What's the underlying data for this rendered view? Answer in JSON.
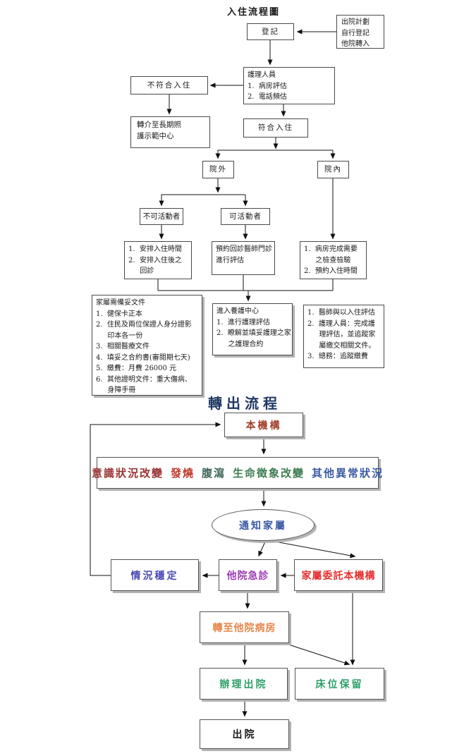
{
  "colors": {
    "line": "#111111",
    "box_border": "#4a4a4a",
    "shadow": "#b3b3b3",
    "title2_navy": "#1f3864",
    "institution_brown": "#a0402a",
    "notify_blue": "#3a5aa4",
    "stable_blue": "#4747b5",
    "er_purple": "#9b3bb5",
    "entrust_red": "#e33230",
    "transfer_orange": "#e8854a",
    "discharge_green": "#2f9e68"
  },
  "flow1": {
    "title": "入住流程圖",
    "register": "登記",
    "source": {
      "lines": [
        "出院計劃",
        "自行登記",
        "他院轉入"
      ]
    },
    "nurse": {
      "lines": [
        "護理人員",
        "1.  病房評估",
        "2.  電話頻估"
      ]
    },
    "not_qualified": "不符合入住",
    "referral": {
      "lines": [
        "轉介至長期照",
        "護示範中心"
      ]
    },
    "qualified": "符合入住",
    "outside": "院外",
    "inside": "院內",
    "immobile": "不可活動者",
    "mobile": "可活動者",
    "arrange": {
      "lines": [
        "1.  安排入住時間",
        "2.  安排入住後之",
        "　  回診"
      ]
    },
    "appointment": {
      "lines": [
        "預約回診醫師門診",
        "進行評估"
      ]
    },
    "ward": {
      "lines": [
        "1.  病房完成需要",
        "　  之檢查檢驗",
        "2.  預約入住時間"
      ]
    },
    "documents": {
      "lines": [
        "家屬需備妥文件",
        "1.  健保卡正本",
        "2.  住民及兩位保證人身分證影",
        "　  印本各一份",
        "3.  相關醫療文件",
        "4.  填妥之合約書(審閱期七天)",
        "5.  繳費：月費 26000 元",
        "6.  其他證明文件：重大傷病、",
        "　  身障手冊"
      ]
    },
    "care_center": {
      "lines": [
        "進入養護中心",
        "1.  進行護理評估",
        "2.  瞭解並填妥護理之家",
        "　  之護理合約"
      ]
    },
    "staff": {
      "lines": [
        "1.  醫師與以入住評估",
        "2.  護理人員：完成護",
        "　  理評估，並追蹤家",
        "　  屬繳交相關文件。",
        "3.  總務：追蹤繳費"
      ]
    }
  },
  "flow2": {
    "title": "轉出流程",
    "institution": "本機構",
    "alerts": {
      "segments": [
        {
          "text": "意識狀況改變",
          "color": "#993333"
        },
        {
          "text": "發燒",
          "color": "#c0392b"
        },
        {
          "text": "腹瀉",
          "color": "#41695c"
        },
        {
          "text": "生命徵象改變",
          "color": "#3d7d52"
        },
        {
          "text": "其他異常狀況",
          "color": "#3a5aa4"
        }
      ]
    },
    "notify": "通知家屬",
    "stable": "情況穩定",
    "er": "他院急診",
    "entrust": "家屬委託本機構",
    "transfer_ward": "轉至他院病房",
    "process_discharge": "辦理出院",
    "bed_hold": "床位保留",
    "discharge": "出院"
  }
}
